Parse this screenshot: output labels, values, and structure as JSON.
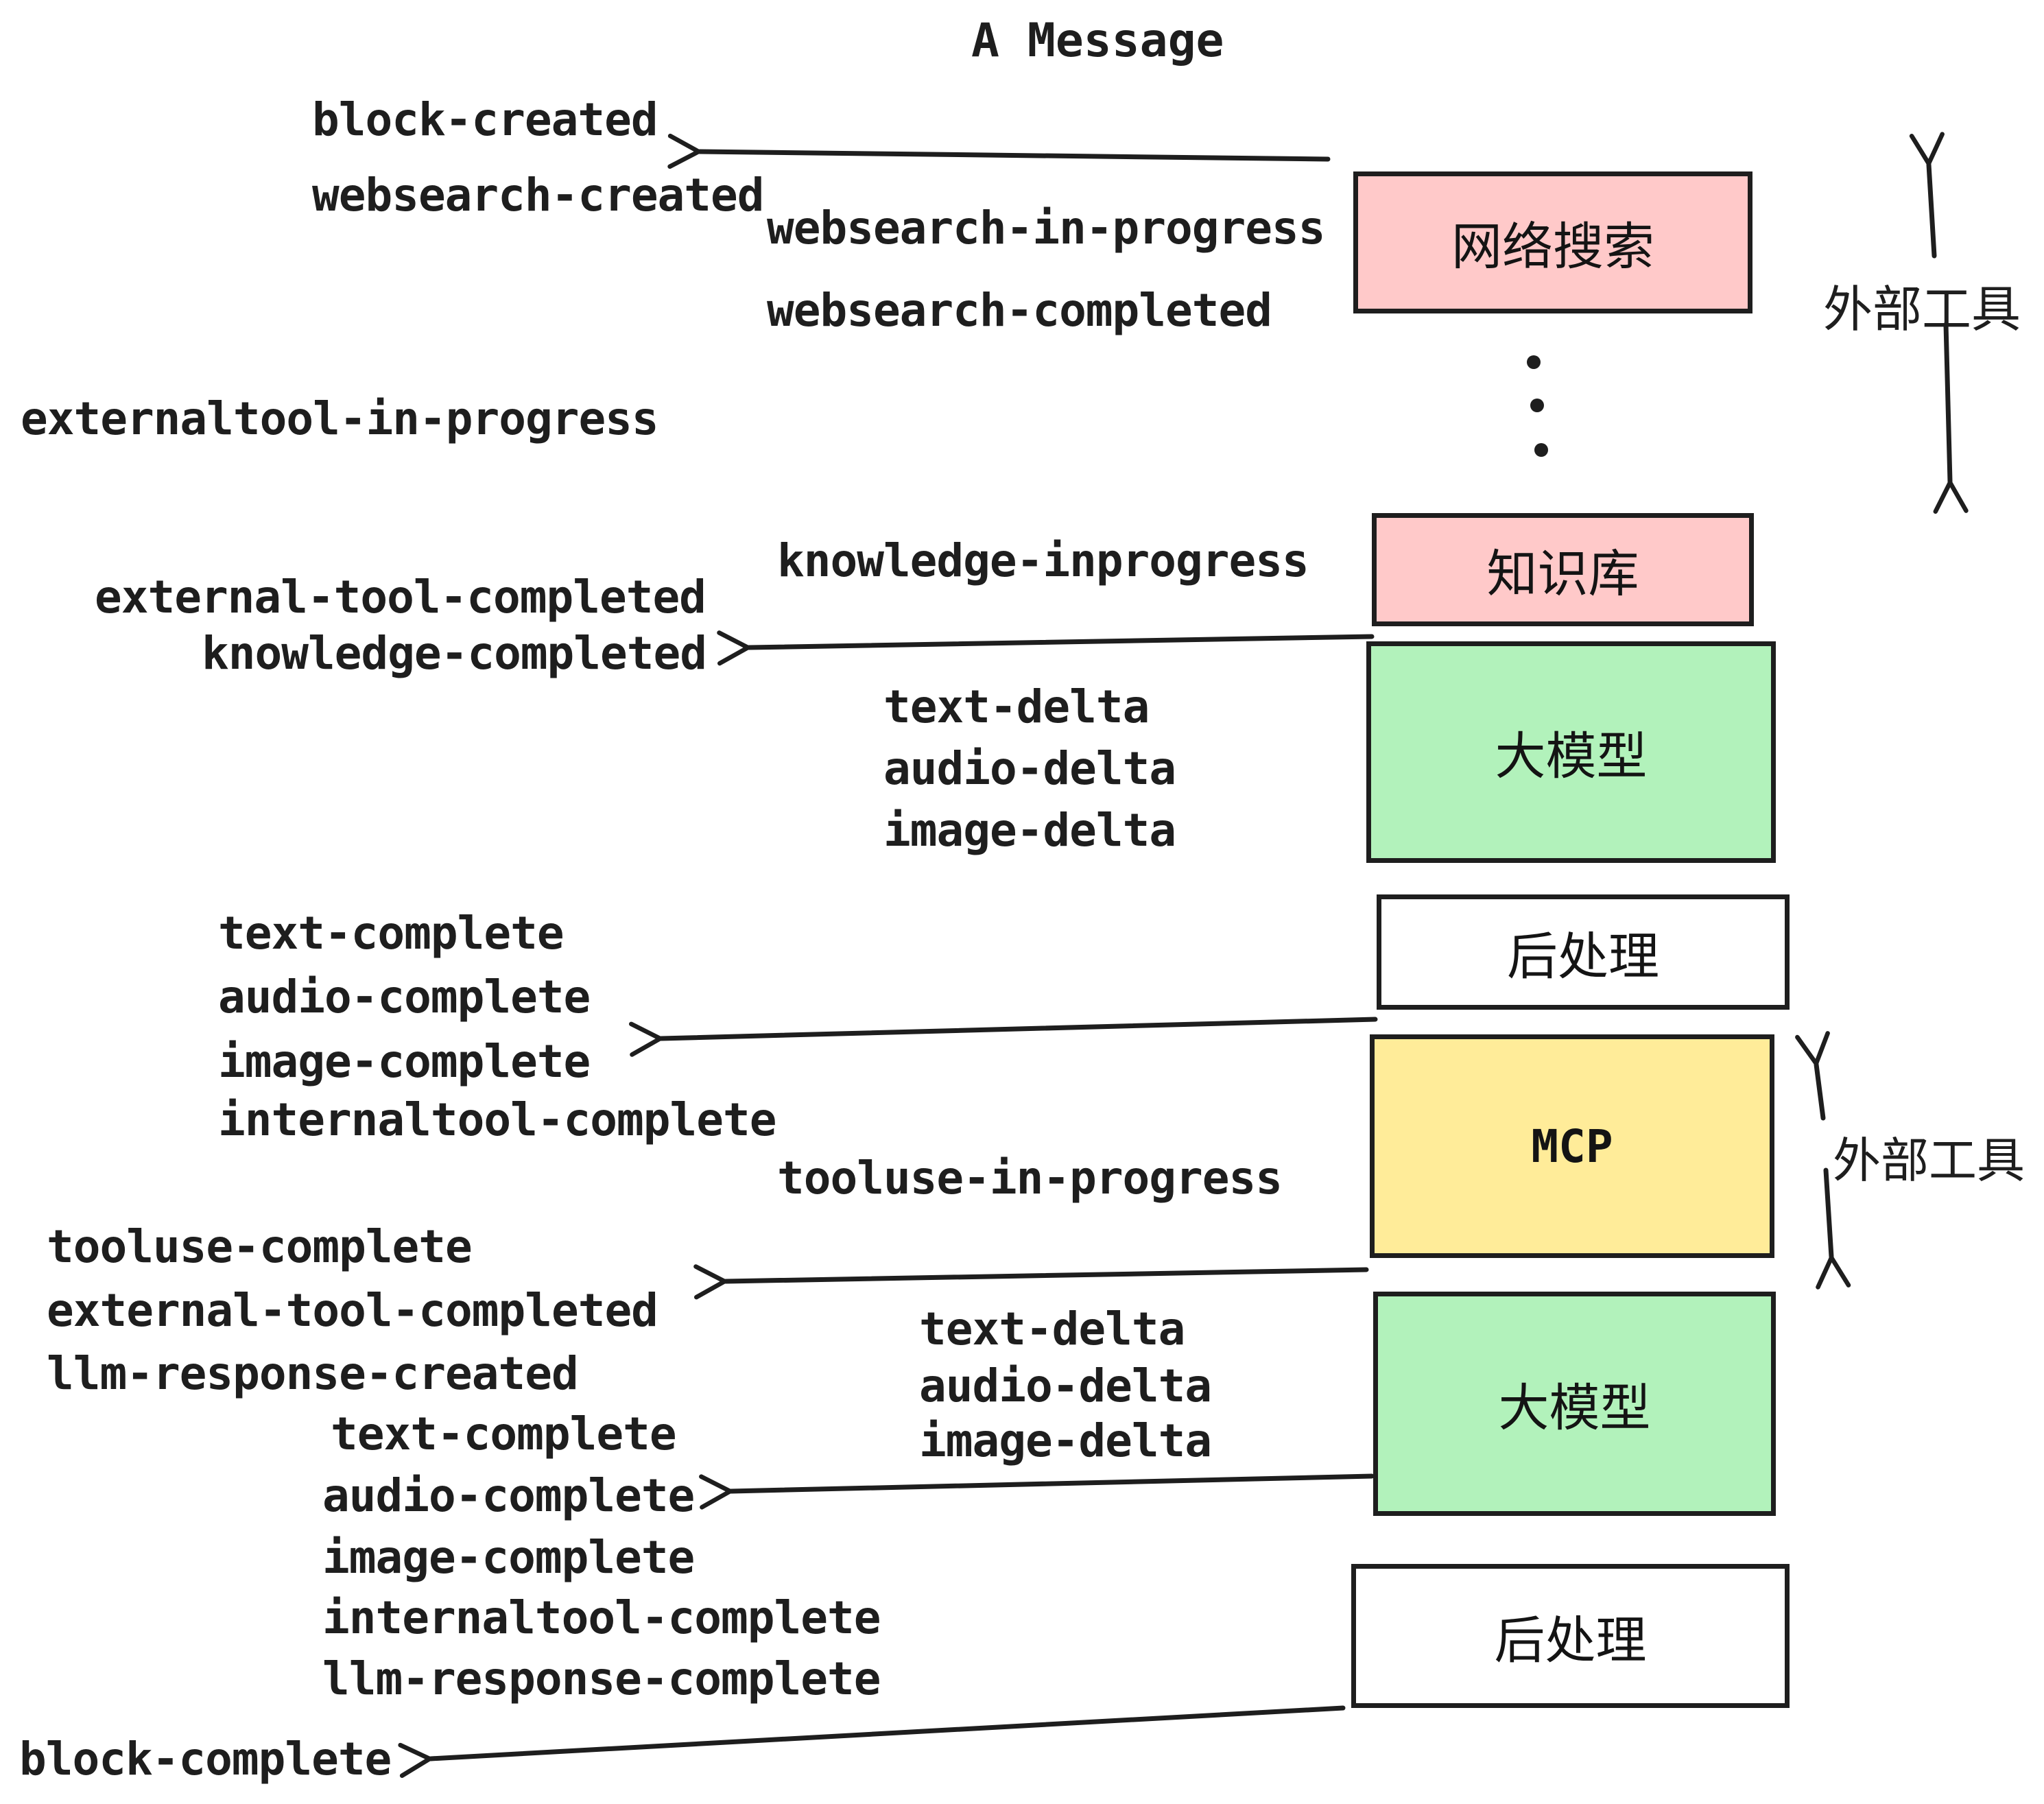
{
  "title": "A Message",
  "nodes": {
    "websearch": "网络搜索",
    "knowledge": "知识库",
    "llm": "大模型",
    "postprocess": "后处理",
    "mcp": "MCP"
  },
  "side_label": "外部工具",
  "events": {
    "block_created": "block-created",
    "websearch_created": "websearch-created",
    "websearch_in_progress": "websearch-in-progress",
    "websearch_completed": "websearch-completed",
    "externaltool_in_progress": "externaltool-in-progress",
    "knowledge_inprogress": "knowledge-inprogress",
    "external_tool_completed": "external-tool-completed",
    "knowledge_completed": "knowledge-completed",
    "text_delta": "text-delta",
    "audio_delta": "audio-delta",
    "image_delta": "image-delta",
    "text_complete": "text-complete",
    "audio_complete": "audio-complete",
    "image_complete": "image-complete",
    "internaltool_complete": "internaltool-complete",
    "tooluse_in_progress": "tooluse-in-progress",
    "tooluse_complete": "tooluse-complete",
    "llm_response_created": "llm-response-created",
    "llm_response_complete": "llm-response-complete",
    "block_complete": "block-complete"
  },
  "colors": {
    "pink": "#ffc9c9",
    "green": "#b2f2bb",
    "yellow": "#ffec99",
    "ink": "#1e1e1e",
    "background": "#ffffff"
  }
}
